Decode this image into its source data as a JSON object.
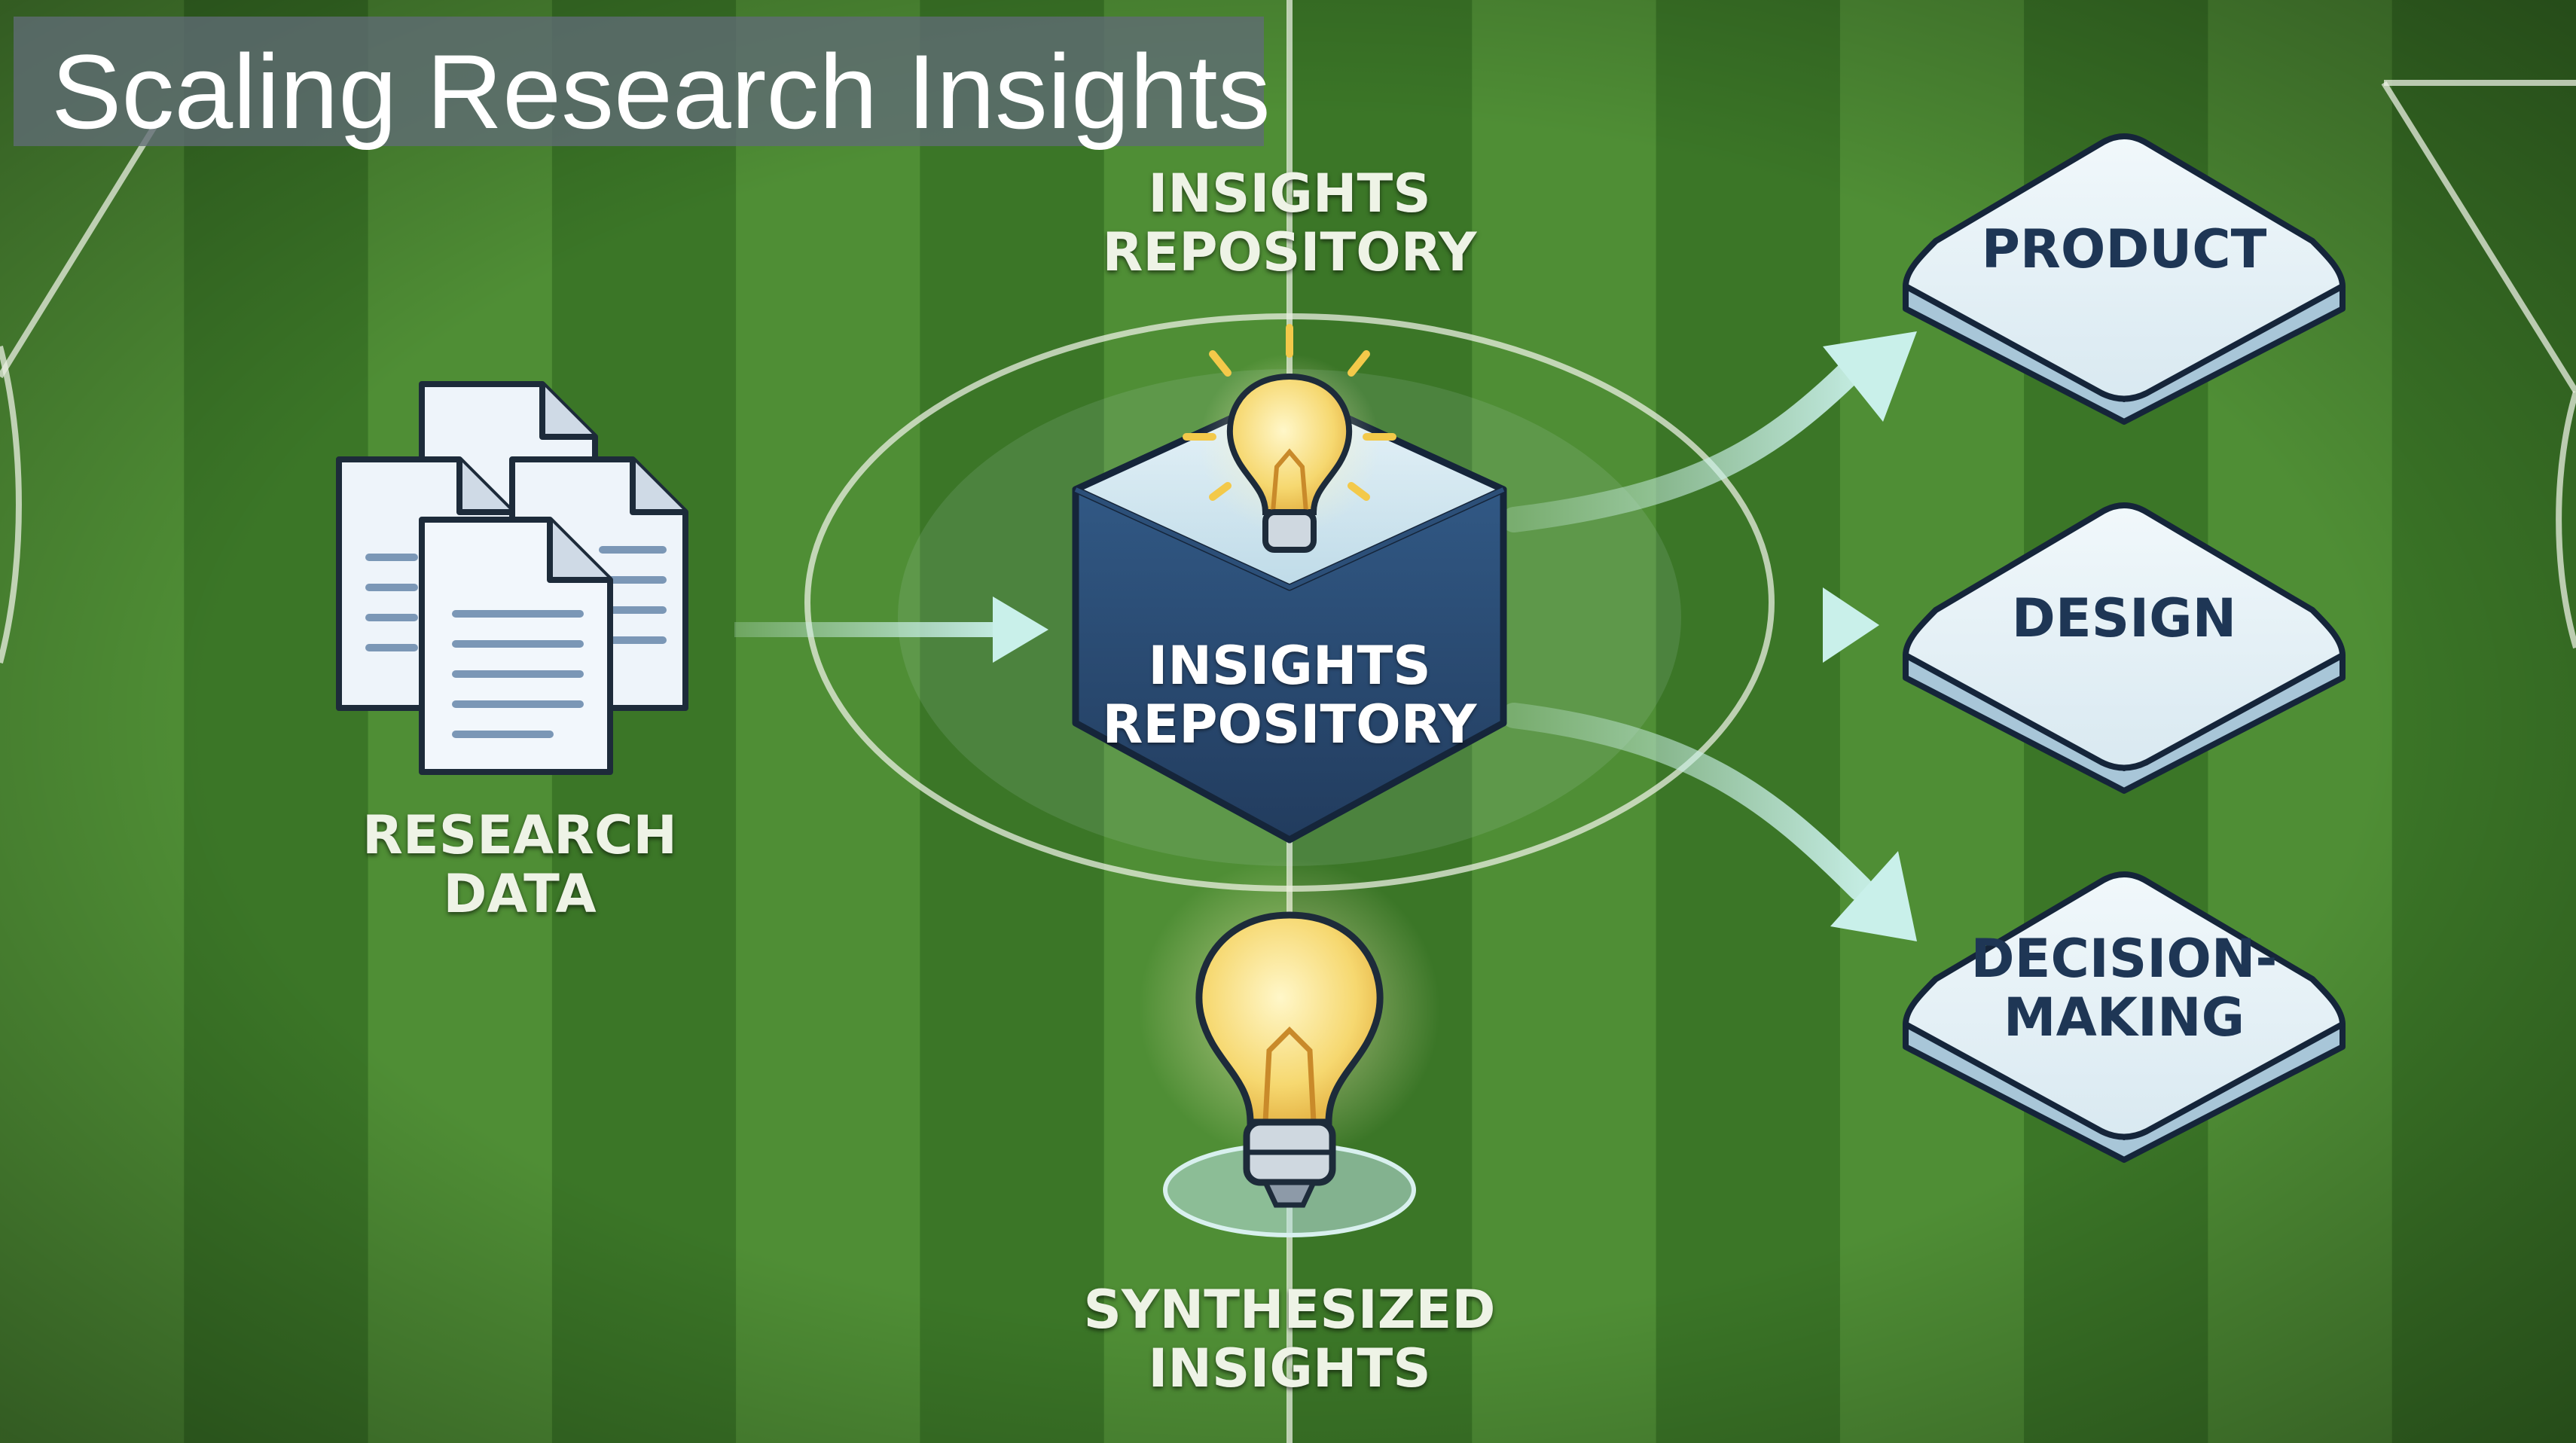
{
  "title": "Scaling Research Insights",
  "diagram": {
    "top_label": [
      "INSIGHTS",
      "REPOSITORY"
    ],
    "repository_box": [
      "INSIGHTS",
      "REPOSITORY"
    ],
    "source_label": [
      "RESEARCH",
      "DATA"
    ],
    "bottom_label": [
      "SYNTHESIZED",
      "INSIGHTS"
    ],
    "outputs": [
      [
        "PRODUCT"
      ],
      [
        "DESIGN"
      ],
      [
        "DECISION-",
        "MAKING"
      ]
    ]
  },
  "colors": {
    "field_light": "#4f8e35",
    "field_dark": "#3b7627",
    "repository_blue": "#2d4e78",
    "output_panel": "#e7f1f7",
    "output_text": "#1e3655",
    "arrow": "#a9e0d6",
    "bulb": "#f6d870"
  },
  "icons": [
    "document-stack-icon",
    "lightbulb-icon",
    "flow-arrow-icon"
  ]
}
